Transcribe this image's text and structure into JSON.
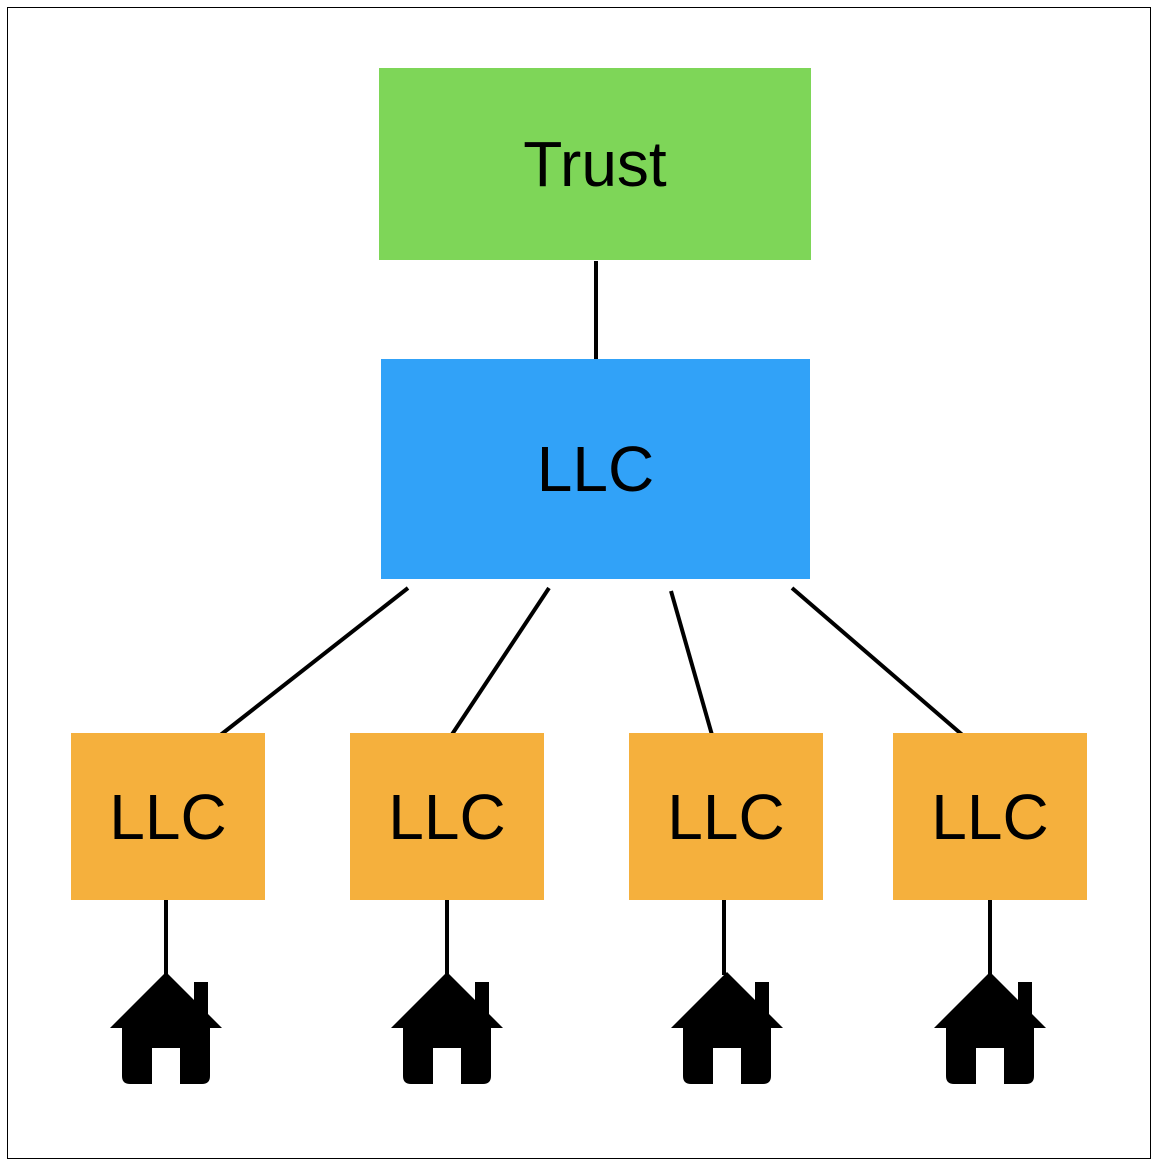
{
  "diagram": {
    "top": {
      "label": "Trust",
      "color": "#7ED658"
    },
    "middle": {
      "label": "LLC",
      "color": "#31A2F8"
    },
    "children": [
      {
        "label": "LLC",
        "color": "#F5B03D",
        "asset_icon": "house-icon"
      },
      {
        "label": "LLC",
        "color": "#F5B03D",
        "asset_icon": "house-icon"
      },
      {
        "label": "LLC",
        "color": "#F5B03D",
        "asset_icon": "house-icon"
      },
      {
        "label": "LLC",
        "color": "#F5B03D",
        "asset_icon": "house-icon"
      }
    ],
    "connector_color": "#000000"
  }
}
